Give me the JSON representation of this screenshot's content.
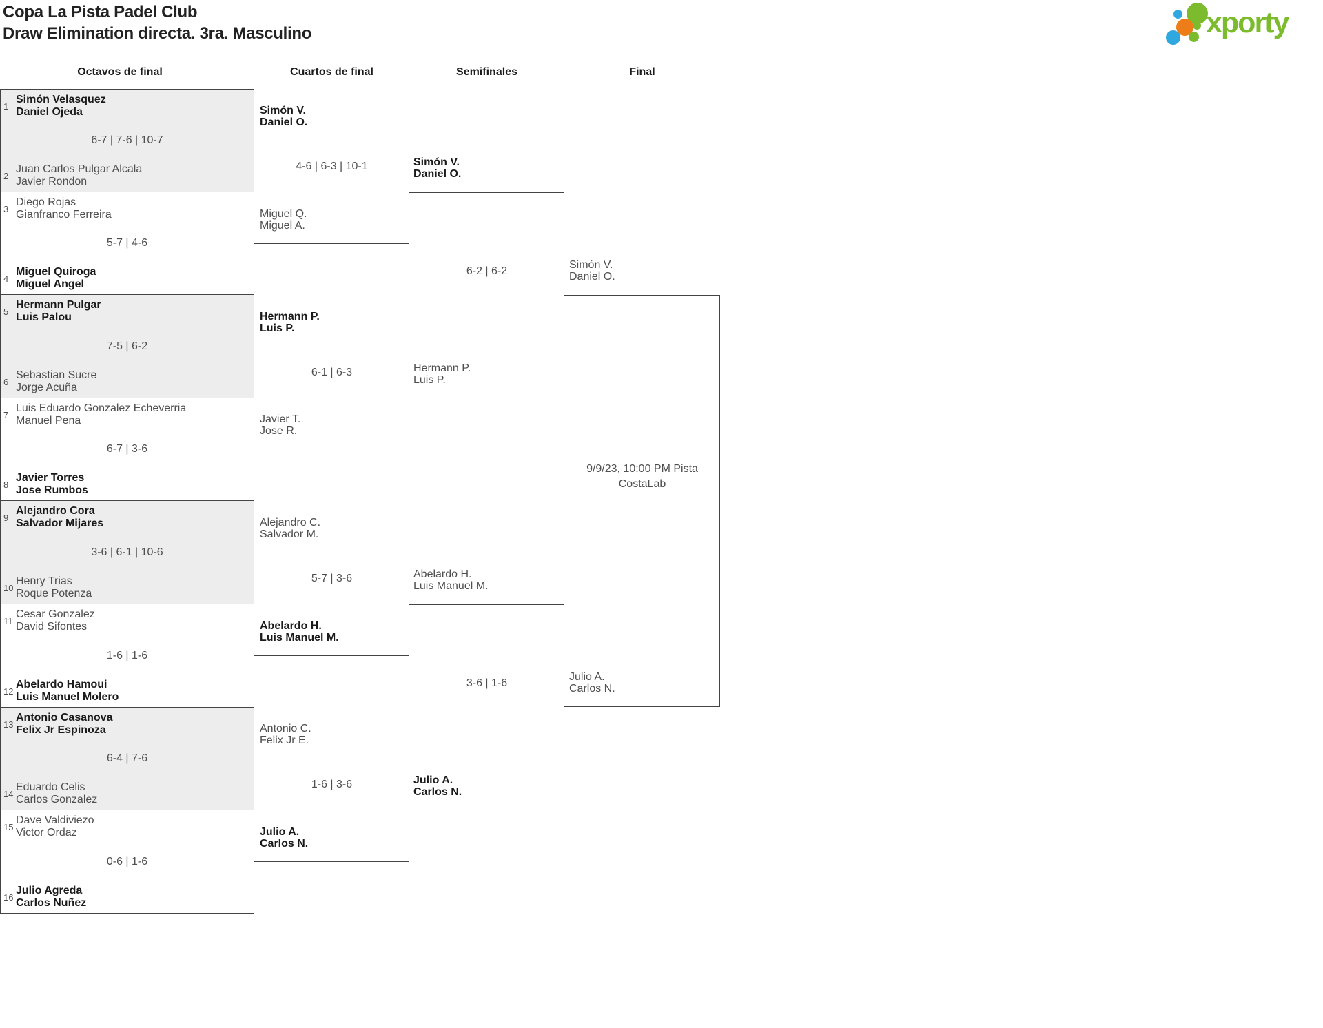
{
  "title": {
    "line1": "Copa La Pista Padel Club",
    "line2": "Draw Elimination directa. 3ra. Masculino"
  },
  "logo": {
    "text": "xporty",
    "colors": {
      "green": "#7cbb2d",
      "blue": "#2fa7df",
      "orange": "#ec7d19"
    }
  },
  "round_headers": [
    "Octavos de final",
    "Cuartos de final",
    "Semifinales",
    "Final"
  ],
  "bracket": {
    "octavos": [
      {
        "seed_top": "1",
        "team_top": [
          "Simón Velasquez",
          "Daniel Ojeda"
        ],
        "top_winner": true,
        "score": "6-7 | 7-6 | 10-7",
        "seed_bottom": "2",
        "team_bottom": [
          "Juan Carlos Pulgar Alcala",
          "Javier Rondon"
        ],
        "bottom_winner": false,
        "shaded": true
      },
      {
        "seed_top": "3",
        "team_top": [
          "Diego Rojas",
          "Gianfranco Ferreira"
        ],
        "top_winner": false,
        "score": "5-7 | 4-6",
        "seed_bottom": "4",
        "team_bottom": [
          "Miguel Quiroga",
          "Miguel Angel"
        ],
        "bottom_winner": true,
        "shaded": false
      },
      {
        "seed_top": "5",
        "team_top": [
          "Hermann Pulgar",
          "Luis Palou"
        ],
        "top_winner": true,
        "score": "7-5 | 6-2",
        "seed_bottom": "6",
        "team_bottom": [
          "Sebastian Sucre",
          "Jorge Acuña"
        ],
        "bottom_winner": false,
        "shaded": true
      },
      {
        "seed_top": "7",
        "team_top": [
          "Luis Eduardo Gonzalez Echeverria",
          "Manuel Pena"
        ],
        "top_winner": false,
        "score": "6-7 | 3-6",
        "seed_bottom": "8",
        "team_bottom": [
          "Javier Torres",
          "Jose Rumbos"
        ],
        "bottom_winner": true,
        "shaded": false
      },
      {
        "seed_top": "9",
        "team_top": [
          "Alejandro Cora",
          "Salvador Mijares"
        ],
        "top_winner": true,
        "score": "3-6 | 6-1 | 10-6",
        "seed_bottom": "10",
        "team_bottom": [
          "Henry Trias",
          "Roque Potenza"
        ],
        "bottom_winner": false,
        "shaded": true
      },
      {
        "seed_top": "11",
        "team_top": [
          "Cesar Gonzalez",
          "David Sifontes"
        ],
        "top_winner": false,
        "score": "1-6 | 1-6",
        "seed_bottom": "12",
        "team_bottom": [
          "Abelardo Hamoui",
          "Luis Manuel Molero"
        ],
        "bottom_winner": true,
        "shaded": false
      },
      {
        "seed_top": "13",
        "team_top": [
          "Antonio Casanova",
          "Felix Jr Espinoza"
        ],
        "top_winner": true,
        "score": "6-4 | 7-6",
        "seed_bottom": "14",
        "team_bottom": [
          "Eduardo Celis",
          "Carlos Gonzalez"
        ],
        "bottom_winner": false,
        "shaded": true
      },
      {
        "seed_top": "15",
        "team_top": [
          "Dave Valdiviezo",
          "Victor Ordaz"
        ],
        "top_winner": false,
        "score": "0-6 | 1-6",
        "seed_bottom": "16",
        "team_bottom": [
          "Julio Agreda",
          "Carlos Nuñez"
        ],
        "bottom_winner": true,
        "shaded": false
      }
    ],
    "cuartos": [
      {
        "team_top": [
          "Simón V.",
          "Daniel O."
        ],
        "top_winner": true,
        "score": "4-6 | 6-3 | 10-1",
        "team_bottom": [
          "Miguel Q.",
          "Miguel A."
        ],
        "bottom_winner": false
      },
      {
        "team_top": [
          "Hermann P.",
          "Luis P."
        ],
        "top_winner": true,
        "score": "6-1 | 6-3",
        "team_bottom": [
          "Javier T.",
          "Jose R."
        ],
        "bottom_winner": false
      },
      {
        "team_top": [
          "Alejandro C.",
          "Salvador M."
        ],
        "top_winner": false,
        "score": "5-7 | 3-6",
        "team_bottom": [
          "Abelardo H.",
          "Luis Manuel M."
        ],
        "bottom_winner": true
      },
      {
        "team_top": [
          "Antonio C.",
          "Felix Jr E."
        ],
        "top_winner": false,
        "score": "1-6 | 3-6",
        "team_bottom": [
          "Julio A.",
          "Carlos N."
        ],
        "bottom_winner": true
      }
    ],
    "semifinales": [
      {
        "team_top": [
          "Simón V.",
          "Daniel O."
        ],
        "top_winner": true,
        "score": "6-2 | 6-2",
        "team_bottom": [
          "Hermann P.",
          "Luis P."
        ],
        "bottom_winner": false
      },
      {
        "team_top": [
          "Abelardo H.",
          "Luis Manuel M."
        ],
        "top_winner": false,
        "score": "3-6 | 1-6",
        "team_bottom": [
          "Julio A.",
          "Carlos N."
        ],
        "bottom_winner": true
      }
    ],
    "final": {
      "team_top": [
        "Simón V.",
        "Daniel O."
      ],
      "team_bottom": [
        "Julio A.",
        "Carlos N."
      ],
      "schedule": "9/9/23, 10:00 PM Pista CostaLab"
    }
  }
}
